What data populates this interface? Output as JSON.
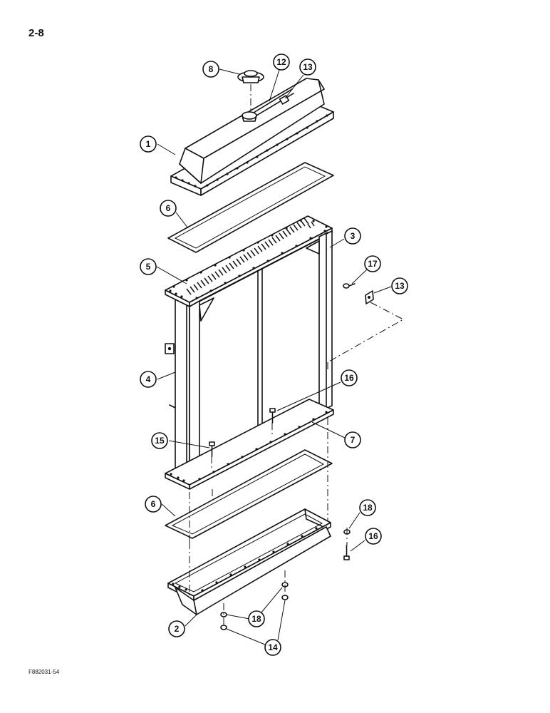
{
  "page": {
    "page_number": "2-8",
    "figure_code": "F882031-54"
  },
  "callouts": [
    {
      "id": "c8",
      "label": "8"
    },
    {
      "id": "c12",
      "label": "12"
    },
    {
      "id": "c13a",
      "label": "13"
    },
    {
      "id": "c1",
      "label": "1"
    },
    {
      "id": "c6a",
      "label": "6"
    },
    {
      "id": "c3",
      "label": "3"
    },
    {
      "id": "c5",
      "label": "5"
    },
    {
      "id": "c17",
      "label": "17"
    },
    {
      "id": "c13b",
      "label": "13"
    },
    {
      "id": "c4",
      "label": "4"
    },
    {
      "id": "c16a",
      "label": "16"
    },
    {
      "id": "c15",
      "label": "15"
    },
    {
      "id": "c7",
      "label": "7"
    },
    {
      "id": "c6b",
      "label": "6"
    },
    {
      "id": "c18a",
      "label": "18"
    },
    {
      "id": "c16b",
      "label": "16"
    },
    {
      "id": "c2",
      "label": "2"
    },
    {
      "id": "c18b",
      "label": "18"
    },
    {
      "id": "c14",
      "label": "14"
    }
  ]
}
